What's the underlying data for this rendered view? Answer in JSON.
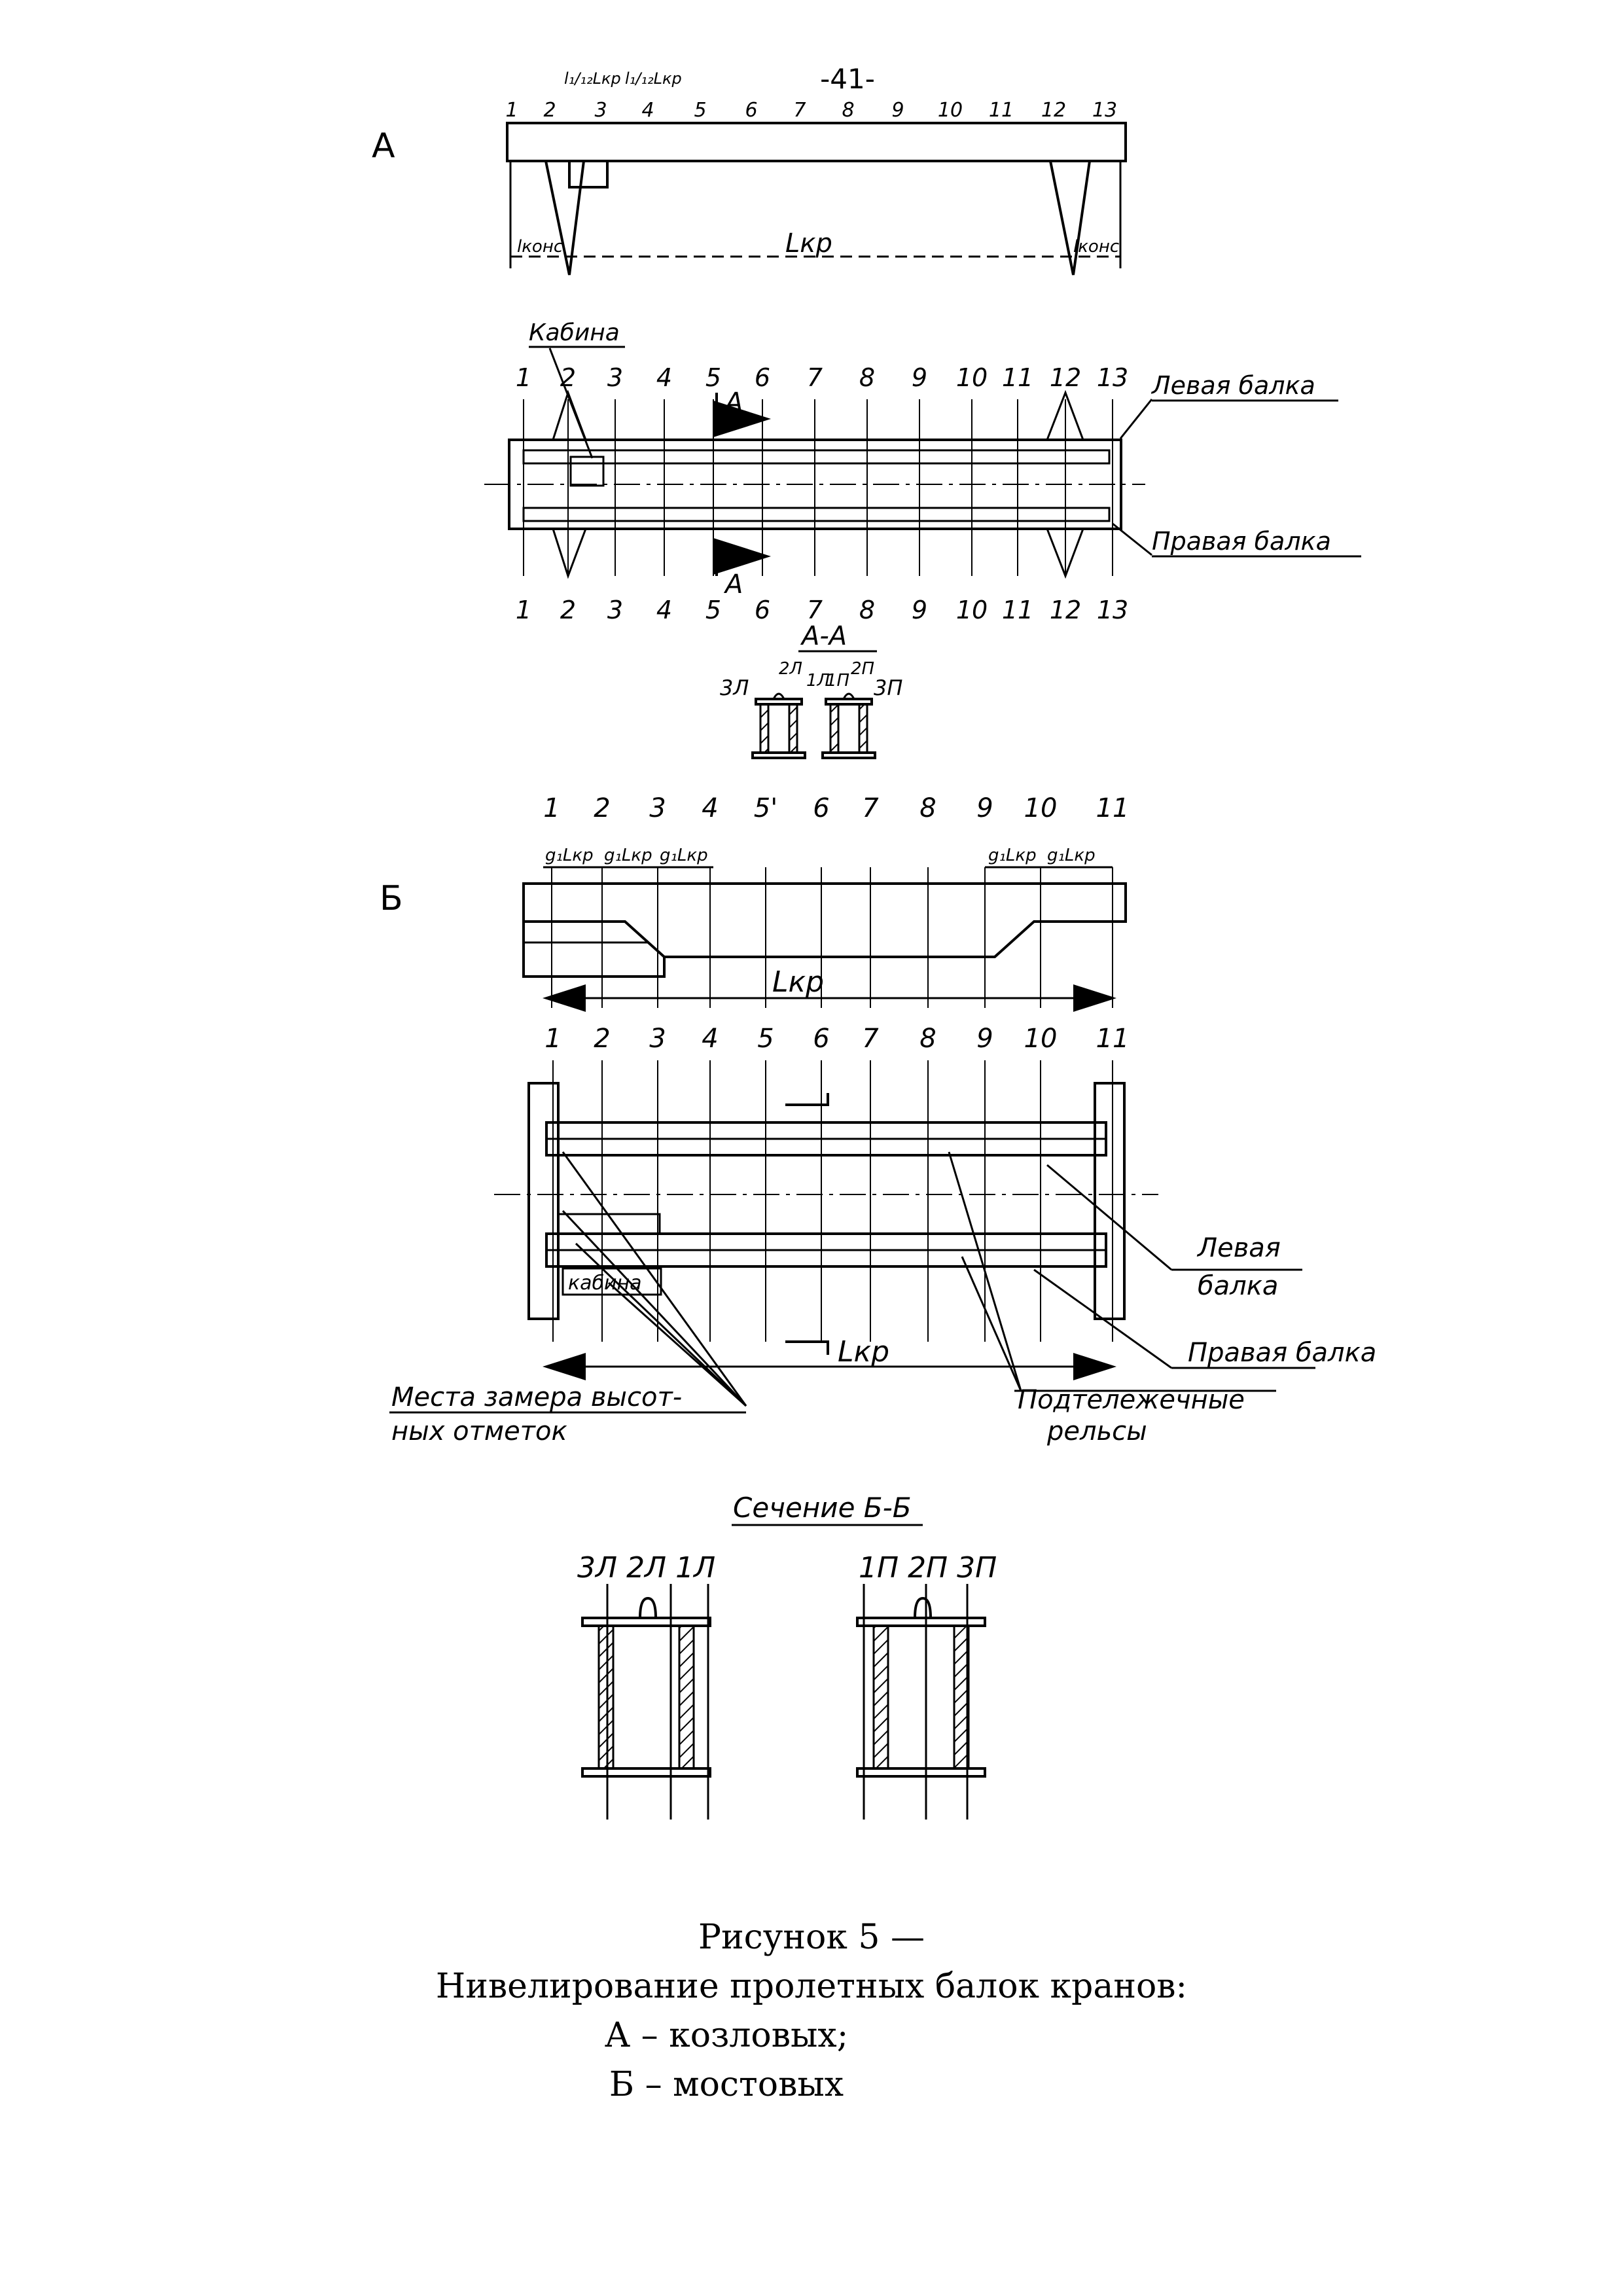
{
  "page_number": "-41-",
  "view_a": {
    "label": "А",
    "top_segment_labels": [
      "l₁/₁₂Lкр",
      "l₁/₁₂Lкр"
    ],
    "top_points": [
      "1",
      "2",
      "3",
      "4",
      "5",
      "6",
      "7",
      "8",
      "9",
      "10",
      "11",
      "12",
      "13"
    ],
    "span_label": "Lкр",
    "cantilever_left": "lконс",
    "cantilever_right": "lконс",
    "cabin_label": "Кабина",
    "plan_points": [
      "1",
      "2",
      "3",
      "4",
      "5",
      "6",
      "7",
      "8",
      "9",
      "10",
      "11",
      "12",
      "13"
    ],
    "section_marker": "А",
    "left_beam": "Левая балка",
    "right_beam": "Правая балка",
    "section_title": "А-А",
    "section_labels_left": [
      "3Л",
      "2Л",
      "1Л"
    ],
    "section_labels_right": [
      "1П",
      "2П",
      "3П"
    ]
  },
  "view_b": {
    "label": "Б",
    "top_points": [
      "1",
      "2",
      "3",
      "4",
      "5'",
      "6",
      "7",
      "8",
      "9",
      "10",
      "11"
    ],
    "segment_labels_left": [
      "g₁Lкр",
      "g₁Lкр",
      "g₁Lкр"
    ],
    "segment_labels_right": [
      "g₁Lкр",
      "g₁Lкр"
    ],
    "span_label": "Lкр",
    "plan_points": [
      "1",
      "2",
      "3",
      "4",
      "5",
      "6",
      "7",
      "8",
      "9",
      "10",
      "11"
    ],
    "left_beam_1": "Левая",
    "left_beam_2": "балка",
    "right_beam": "Правая балка",
    "cabin_label": "кабина",
    "measure_places_1": "Места замера высот-",
    "measure_places_2": "ных отметок",
    "rails_1": "Подтележечные",
    "rails_2": "рельсы",
    "plan_span_label": "Lкр",
    "section_title": "Сечение Б-Б",
    "section_labels_left": "3Л 2Л 1Л",
    "section_labels_right": "1П 2П 3П"
  },
  "caption": {
    "line1": "Рисунок 5 —",
    "line2": "Нивелирование пролетных балок кранов:",
    "line3": "А – козловых;",
    "line4": "Б – мостовых"
  }
}
